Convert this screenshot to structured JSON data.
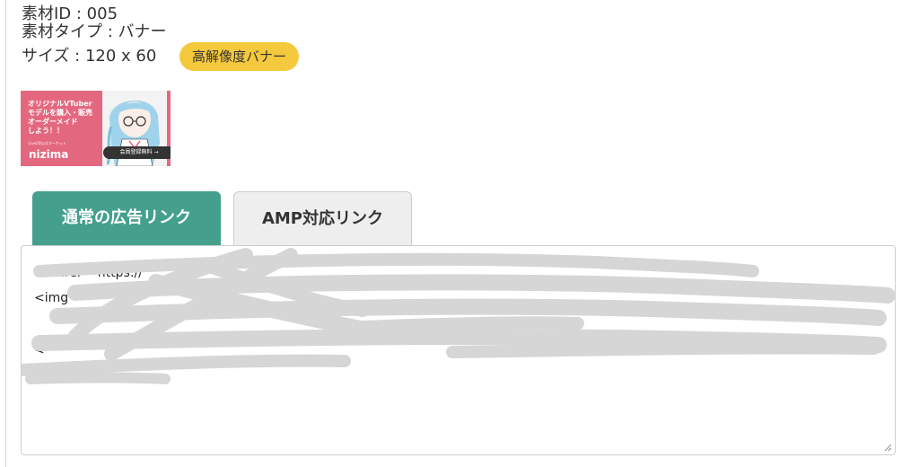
{
  "meta": {
    "id_line": "素材ID : 005",
    "type_line": "素材タイプ : バナー",
    "size_line": "サイズ : 120 x 60",
    "badge": "高解像度バナー"
  },
  "banner": {
    "headline": "オリジナルVTuber\nモデルを購入・販売\nオーダーメイド\nしよう！！",
    "sub": "Live2D公式マーケット",
    "logo": "nizima",
    "cta": "会員登録無料 →"
  },
  "tabs": [
    {
      "label": "通常の広告リンク",
      "active": true
    },
    {
      "label": "AMP対応リンク",
      "active": false
    }
  ],
  "code": {
    "line1": "<a href=\"https://",
    "line2": "<img",
    "line3": "</a>",
    "line4": "<"
  },
  "colors": {
    "accent": "#44a08d",
    "badge": "#f5c93d",
    "banner_bg": "#e3687f"
  }
}
